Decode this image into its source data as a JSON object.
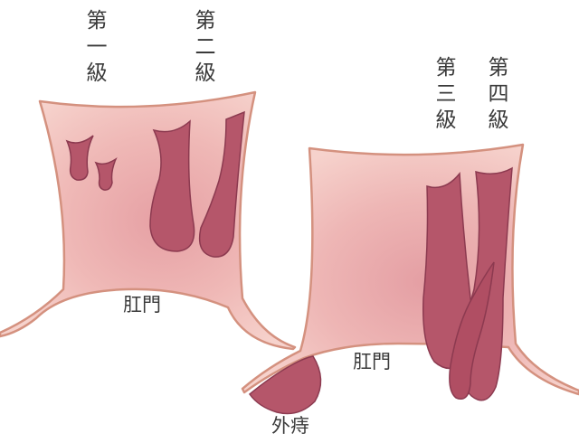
{
  "labels": {
    "grade1": "第一級",
    "grade2": "第二級",
    "grade3": "第三級",
    "grade4": "第四級",
    "anus_left": "肛門",
    "anus_right": "肛門",
    "external_hemorrhoid": "外痔"
  },
  "colors": {
    "tissue_light": "#f3c6c3",
    "tissue_mid": "#e9a4a6",
    "tissue_outline": "#d4917f",
    "hemorrhoid_fill": "#b5566a",
    "hemorrhoid_outline": "#8c3a50",
    "text": "#3a3a3a"
  }
}
